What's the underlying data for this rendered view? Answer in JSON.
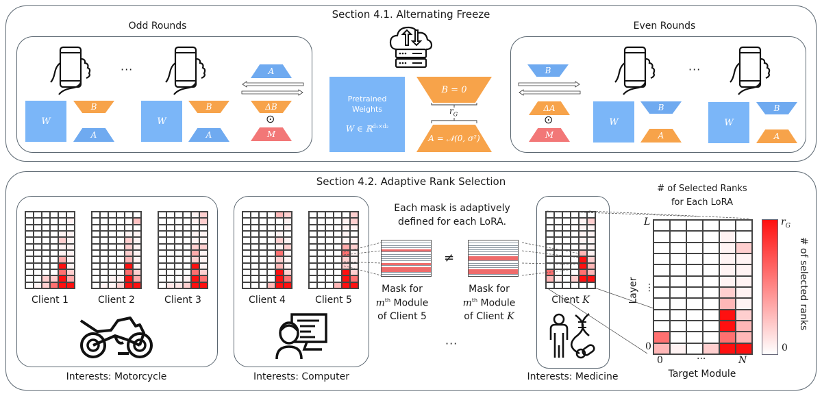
{
  "section1": {
    "title": "Section 4.1. Alternating Freeze",
    "odd": {
      "title": "Odd Rounds",
      "client_labels": {
        "W": "W",
        "B": "B",
        "A": "A"
      },
      "ellipsis": "···",
      "exchange": {
        "top": "A",
        "delta": "ΔB",
        "op": "⊙",
        "mask": "M"
      }
    },
    "server": {
      "icon": "cloud-server-icon",
      "pretrained_line1": "Pretrained",
      "pretrained_line2": "Weights",
      "pretrained_formula": "W ∈ ℝ",
      "pretrained_sup": "d₁×d₂",
      "B_init": "B = 0",
      "rank": "r",
      "rank_sub": "G",
      "A_init": "A = 𝒩(0, σ²)"
    },
    "even": {
      "title": "Even Rounds",
      "client_labels": {
        "W": "W",
        "B": "B",
        "A": "A"
      },
      "ellipsis": "···",
      "exchange": {
        "top": "B",
        "delta": "ΔA",
        "op": "⊙",
        "mask": "M"
      }
    }
  },
  "section2": {
    "title": "Section 4.2. Adaptive Rank Selection",
    "groups": [
      {
        "interest": "Interests: Motorcycle",
        "icon": "motorcycle-icon",
        "clients": [
          {
            "label": "Client 1",
            "grid": [
              [
                0,
                0,
                0,
                0,
                0,
                0
              ],
              [
                0,
                0,
                0,
                0,
                0,
                0.06
              ],
              [
                0,
                0,
                0,
                0,
                0,
                0
              ],
              [
                0,
                0,
                0,
                0,
                0.05,
                0.05
              ],
              [
                0,
                0,
                0,
                0,
                0.2,
                0.05
              ],
              [
                0,
                0,
                0,
                0,
                0.05,
                0.05
              ],
              [
                0,
                0,
                0,
                0,
                0.05,
                0.05
              ],
              [
                0,
                0,
                0,
                0,
                0.35,
                0.05
              ],
              [
                0,
                0,
                0,
                0,
                1,
                0.05
              ],
              [
                0,
                0,
                0,
                0,
                0.6,
                0.2
              ],
              [
                0,
                0,
                0.2,
                0.2,
                1,
                0.35
              ],
              [
                0,
                0.05,
                0.2,
                0.6,
                1,
                1
              ]
            ]
          },
          {
            "label": "Client 2",
            "grid": [
              [
                0,
                0,
                0,
                0,
                0,
                0
              ],
              [
                0,
                0,
                0,
                0,
                0,
                0.25
              ],
              [
                0,
                0,
                0,
                0,
                0,
                0
              ],
              [
                0,
                0,
                0,
                0,
                0.05,
                0.05
              ],
              [
                0,
                0,
                0,
                0,
                0.2,
                0.05
              ],
              [
                0,
                0,
                0,
                0,
                0.2,
                0.05
              ],
              [
                0,
                0,
                0,
                0,
                0.2,
                0.05
              ],
              [
                0,
                0,
                0,
                0,
                0.3,
                0.05
              ],
              [
                0,
                0,
                0,
                0,
                1,
                0.05
              ],
              [
                0,
                0,
                0,
                0,
                0.6,
                0.2
              ],
              [
                0,
                0,
                0.05,
                0.05,
                1,
                0.35
              ],
              [
                0,
                0.05,
                0.05,
                0.2,
                1,
                1
              ]
            ]
          },
          {
            "label": "Client 3",
            "grid": [
              [
                0,
                0,
                0,
                0,
                0.05,
                0.2
              ],
              [
                0,
                0,
                0,
                0,
                0.05,
                0.2
              ],
              [
                0,
                0,
                0,
                0,
                0,
                0
              ],
              [
                0,
                0,
                0,
                0,
                0.05,
                0.05
              ],
              [
                0,
                0,
                0,
                0,
                0.05,
                0.05
              ],
              [
                0,
                0,
                0,
                0,
                0.2,
                0.2
              ],
              [
                0,
                0,
                0,
                0,
                0.35,
                0.05
              ],
              [
                0,
                0,
                0,
                0,
                0.2,
                0.05
              ],
              [
                0,
                0,
                0,
                0,
                1,
                0.05
              ],
              [
                0,
                0,
                0,
                0,
                0.6,
                0.2
              ],
              [
                0,
                0,
                0,
                0.05,
                1,
                0.6
              ],
              [
                0,
                0.1,
                0.1,
                0.2,
                1,
                1
              ]
            ]
          }
        ]
      },
      {
        "interest": "Interests: Computer",
        "icon": "programmer-computer-icon",
        "clients": [
          {
            "label": "Client 4",
            "grid": [
              [
                0,
                0,
                0,
                0,
                0.3,
                0.2
              ],
              [
                0,
                0,
                0,
                0,
                0,
                0.05
              ],
              [
                0,
                0,
                0,
                0,
                0,
                0.05
              ],
              [
                0,
                0,
                0,
                0,
                0.05,
                0
              ],
              [
                0,
                0,
                0,
                0,
                0.2,
                0.05
              ],
              [
                0,
                0,
                0,
                0,
                0.05,
                0.2
              ],
              [
                0,
                0,
                0,
                0,
                0.6,
                0.05
              ],
              [
                0,
                0,
                0,
                0,
                0.2,
                0.05
              ],
              [
                0,
                0,
                0,
                0,
                0.3,
                0.05
              ],
              [
                0,
                0,
                0,
                0,
                1,
                0.2
              ],
              [
                0,
                0,
                0,
                0,
                1,
                0.6
              ],
              [
                0,
                0,
                0,
                0.3,
                1,
                1
              ]
            ]
          },
          {
            "label": "Client 5",
            "grid": [
              [
                0,
                0,
                0,
                0,
                0,
                0.2
              ],
              [
                0,
                0,
                0,
                0,
                0.05,
                0.2
              ],
              [
                0,
                0,
                0,
                0,
                0.05,
                0.05
              ],
              [
                0,
                0,
                0,
                0,
                0.05,
                0
              ],
              [
                0,
                0,
                0,
                0,
                0.05,
                0.05
              ],
              [
                0,
                0,
                0,
                0,
                0.35,
                0.2
              ],
              [
                0,
                0,
                0,
                0,
                0.6,
                0.05
              ],
              [
                0,
                0,
                0,
                0,
                0.2,
                0.05
              ],
              [
                0,
                0,
                0,
                0,
                0.2,
                0.05
              ],
              [
                0,
                0,
                0,
                0,
                1,
                0.2
              ],
              [
                0,
                0,
                0,
                0,
                1,
                0.6
              ],
              [
                0,
                0,
                0,
                0.3,
                1,
                1
              ]
            ]
          }
        ]
      },
      {
        "interest": "Interests: Medicine",
        "icon": "medicine-person-dna-icon",
        "clients": [
          {
            "label": "Client ",
            "label_math": "K",
            "grid": [
              [
                0,
                0,
                0,
                0,
                0,
                0
              ],
              [
                0,
                0,
                0,
                0,
                0.05,
                0.2
              ],
              [
                0,
                0,
                0,
                0,
                0.05,
                0.05
              ],
              [
                0,
                0,
                0,
                0,
                0.05,
                0.05
              ],
              [
                0,
                0,
                0,
                0,
                0.05,
                0.05
              ],
              [
                0,
                0,
                0,
                0,
                0.05,
                0.05
              ],
              [
                0,
                0,
                0,
                0,
                0.3,
                0.05
              ],
              [
                0,
                0,
                0,
                0,
                1,
                0.2
              ],
              [
                0,
                0,
                0,
                0,
                1,
                0.3
              ],
              [
                0.6,
                0,
                0,
                0,
                0.6,
                0.3
              ],
              [
                0.3,
                0.05,
                0,
                0.2,
                1,
                1
              ],
              [
                0,
                0,
                0,
                0,
                0,
                0
              ]
            ]
          }
        ]
      }
    ],
    "mask_note_line1": "Each mask is adaptively",
    "mask_note_line2": "defined for each LoRA.",
    "masks": [
      {
        "line1": "Mask for",
        "line2_math": "m",
        "line2_sup": "th",
        "line2_rest": " Module",
        "line3": "of Client 5",
        "selected_rows": [
          4,
          10,
          12,
          13
        ]
      },
      {
        "line1": "Mask for",
        "line2_math": "m",
        "line2_sup": "th",
        "line2_rest": " Module",
        "line3": "of Client ",
        "line3_math": "K",
        "selected_rows": [
          7,
          8,
          13,
          14
        ]
      }
    ],
    "not_equal": "≠",
    "ellipsis": "···",
    "aggregate": {
      "title_line1": "# of Selected Ranks",
      "title_line2": "for Each LoRA",
      "y_axis_label": "Layer",
      "y_top": "L",
      "y_mid": "⋮",
      "y_bottom": "0",
      "x_axis_label": "Target Module",
      "x_left": "0",
      "x_mid": "···",
      "x_right": "N",
      "colorbar_label": "# of selected ranks",
      "colorbar_max": "r",
      "colorbar_max_sub": "G",
      "colorbar_min": "0",
      "colors": {
        "max": "#ff1010",
        "min": "#ffffff"
      }
    }
  },
  "chart_data": {
    "type": "heatmap",
    "title": "# of Selected Ranks for Each LoRA",
    "xlabel": "Target Module",
    "ylabel": "Layer",
    "x_ticks": [
      "0",
      "···",
      "N"
    ],
    "y_ticks": [
      "L",
      "⋮",
      "0"
    ],
    "colorbar": {
      "label": "# of selected ranks",
      "min": "0",
      "max": "r_G"
    },
    "values": [
      [
        0,
        0,
        0,
        0,
        0,
        0
      ],
      [
        0,
        0,
        0,
        0,
        0.05,
        0
      ],
      [
        0,
        0,
        0,
        0,
        0.05,
        0.2
      ],
      [
        0,
        0,
        0,
        0,
        0.05,
        0.05
      ],
      [
        0,
        0,
        0,
        0,
        0.05,
        0.05
      ],
      [
        0,
        0,
        0,
        0,
        0.05,
        0.05
      ],
      [
        0,
        0,
        0,
        0,
        0.2,
        0.05
      ],
      [
        0,
        0,
        0,
        0,
        0.3,
        0.05
      ],
      [
        0,
        0,
        0,
        0,
        1,
        0.2
      ],
      [
        0,
        0,
        0,
        0,
        1,
        0.3
      ],
      [
        0.6,
        0,
        0,
        0,
        0.6,
        0.3
      ],
      [
        0.3,
        0.05,
        0,
        0.2,
        1,
        1
      ]
    ]
  }
}
